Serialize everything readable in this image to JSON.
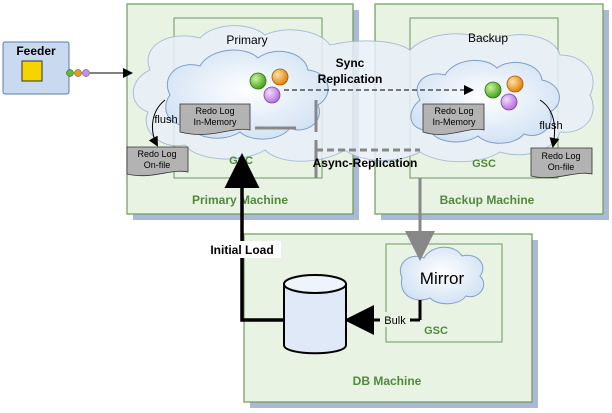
{
  "feeder": {
    "label": "Feeder"
  },
  "machines": {
    "primary": {
      "label": "Primary Machine",
      "gsc": "GSC",
      "space": "Primary"
    },
    "backup": {
      "label": "Backup Machine",
      "gsc": "GSC",
      "space": "Backup"
    },
    "db": {
      "label": "DB Machine",
      "gsc": "GSC",
      "space": "Mirror"
    }
  },
  "redo": {
    "primary_memory": [
      "Redo Log",
      "In-Memory"
    ],
    "primary_file": [
      "Redo Log",
      "On-file"
    ],
    "backup_memory": [
      "Redo Log",
      "In-Memory"
    ],
    "backup_file": [
      "Redo Log",
      "On-file"
    ],
    "flush": "flush"
  },
  "labels": {
    "sync": [
      "Sync",
      "Replication"
    ],
    "async": "Async-Replication",
    "initial_load": "Initial Load",
    "bulk": "Bulk"
  },
  "colors": {
    "machine_fill": "#e9f3e4",
    "machine_border": "#6b9a5d",
    "machine_text": "#4f8a3a",
    "shadow": "#a9b9d6",
    "cloud_fill": "#eef4fb",
    "cloud_edge": "#7f9fc6",
    "feeder_fill": "#c9d9ef",
    "feeder_box": "#f7d300",
    "green_dot": "#5cbf2a",
    "orange_dot": "#f39a1a",
    "purple_dot": "#c88ee6"
  },
  "icons": {
    "database": "database-cylinder-icon",
    "object": "space-object-icon"
  }
}
